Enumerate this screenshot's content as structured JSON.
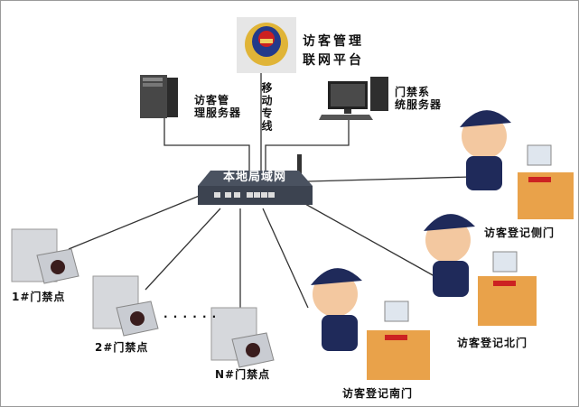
{
  "platform": {
    "line1": "访客管理",
    "line2": "联网平台"
  },
  "link_label": "移动专线",
  "visitor_server": {
    "line1": "访客管",
    "line2": "理服务器"
  },
  "access_server": {
    "line1": "门禁系",
    "line2": "统服务器"
  },
  "lan_label": "本地局域网",
  "access_points": [
    "1#门禁点",
    "2#门禁点",
    "N#门禁点"
  ],
  "ellipsis": "· · · · · ·",
  "desks": [
    "访客登记侧门",
    "访客登记北门",
    "访客登记南门"
  ],
  "colors": {
    "line": "#333333",
    "router": "#3c4350",
    "desk": "#e9a24a",
    "uniform": "#1f2a5a"
  }
}
